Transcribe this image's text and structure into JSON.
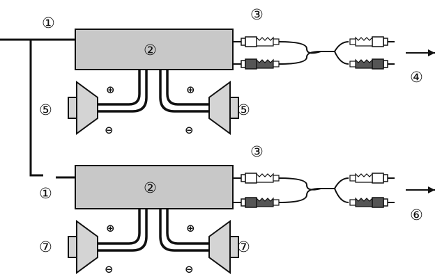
{
  "labels": {
    "wire": "①",
    "amplifier": "②",
    "rca": "③",
    "output_front": "④",
    "speaker_front": "⑤",
    "output_rear": "⑥",
    "speaker_rear": "⑦",
    "plus": "⊕",
    "minus": "⊖"
  },
  "colors": {
    "line": "#111111",
    "amp_fill": "#c8c8c8",
    "speaker_fill": "#d4d4d4",
    "plug_dark": "#555555",
    "plug_light": "#ffffff"
  },
  "icons": [
    "amplifier-box",
    "speaker-icon",
    "rca-plug-icon",
    "arrow-right-icon"
  ]
}
